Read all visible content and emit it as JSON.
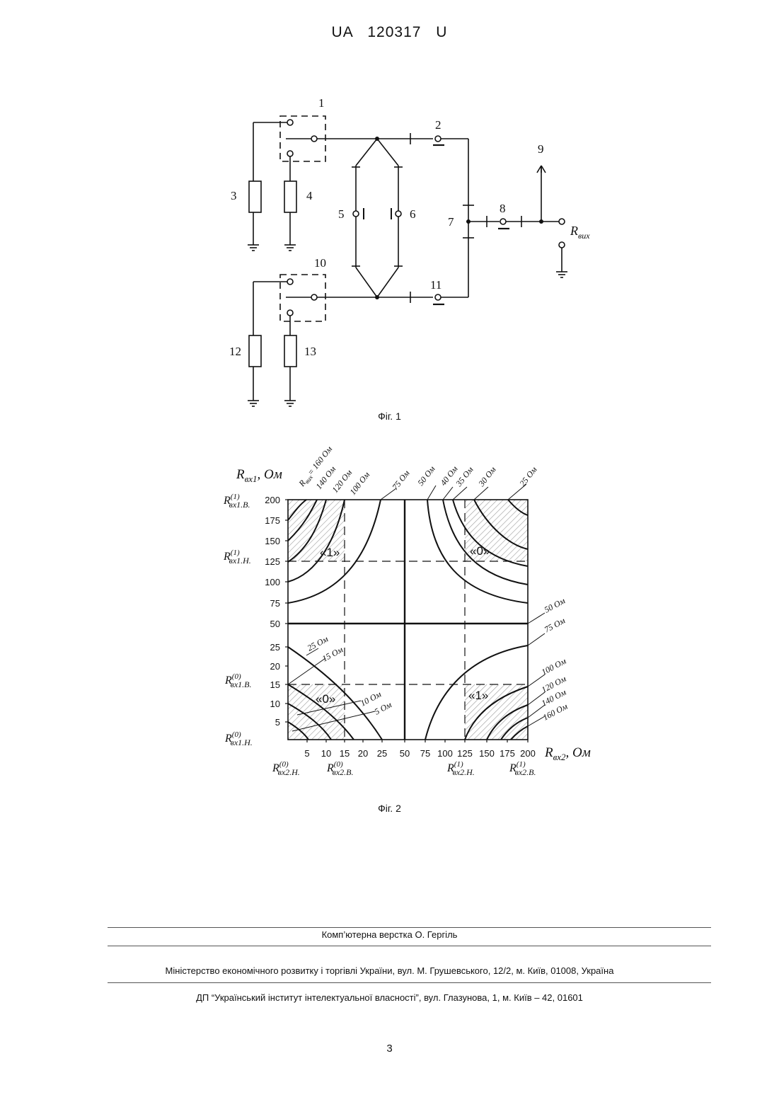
{
  "header": {
    "patent_number": "UA   120317   U"
  },
  "figure1": {
    "caption": "Фіг. 1",
    "labels": {
      "n1": "1",
      "n2": "2",
      "n3": "3",
      "n4": "4",
      "n5": "5",
      "n6": "6",
      "n7": "7",
      "n8": "8",
      "n9": "9",
      "n10": "10",
      "n11": "11",
      "n12": "12",
      "n13": "13",
      "rout_main": "R",
      "rout_sub": "вих"
    }
  },
  "figure2": {
    "caption": "Фіг. 2",
    "y_axis_label_main": "R",
    "y_axis_label_sub": "вх1",
    "y_axis_label_unit": ", Ом",
    "x_axis_label_main": "R",
    "x_axis_label_sub": "вх2",
    "x_axis_label_unit": ", Ом",
    "y_ticks": [
      "200",
      "175",
      "150",
      "125",
      "100",
      "75",
      "50",
      "25",
      "20",
      "15",
      "10",
      "5"
    ],
    "x_ticks": [
      "5",
      "10",
      "15",
      "20",
      "25",
      "50",
      "75",
      "100",
      "125",
      "150",
      "175",
      "200"
    ],
    "threshold_labels": {
      "y_hi_b": {
        "main": "R",
        "sup": "(1)",
        "sub": "вх1.В."
      },
      "y_hi_n": {
        "main": "R",
        "sup": "(1)",
        "sub": "вх1.Н."
      },
      "y_lo_b": {
        "main": "R",
        "sup": "(0)",
        "sub": "вх1.В."
      },
      "y_lo_n": {
        "main": "R",
        "sup": "(0)",
        "sub": "вх1.Н."
      },
      "x_lo_n": {
        "main": "R",
        "sup": "(0)",
        "sub": "вх2.Н."
      },
      "x_lo_b": {
        "main": "R",
        "sup": "(0)",
        "sub": "вх2.В."
      },
      "x_hi_n": {
        "main": "R",
        "sup": "(1)",
        "sub": "вх2.Н."
      },
      "x_hi_b": {
        "main": "R",
        "sup": "(1)",
        "sub": "вх2.В."
      }
    },
    "region_labels": {
      "top_left": "«1»",
      "top_right": "«0»",
      "bottom_left": "«0»",
      "bottom_right": "«1»"
    },
    "curve_labels_top": [
      "R",
      "= 160 Ом",
      "140 Ом",
      "120 Ом",
      "100 Ом",
      "75 Ом",
      "50 Ом",
      "40 Ом",
      "35 Ом",
      "30 Ом",
      "25 Ом"
    ],
    "curve_label_top_sub": "вих",
    "curve_labels_right": [
      "50 Ом",
      "75 Ом",
      "100 Ом",
      "120 Ом",
      "140 Ом",
      "160 Ом"
    ],
    "curve_labels_bottom_left": [
      "25 Ом",
      "15 Ом",
      "10 Ом",
      "5 Ом"
    ]
  },
  "footer": {
    "layout_credit": "Комп’ютерна верстка  О. Гергіль",
    "ministry": "Міністерство економічного розвитку і торгівлі України, вул. М. Грушевського, 12/2, м. Київ, 01008, Україна",
    "institute": "ДП “Український інститут інтелектуальної власності”, вул. Глазунова, 1, м. Київ – 42, 01601"
  },
  "page_number": "3"
}
